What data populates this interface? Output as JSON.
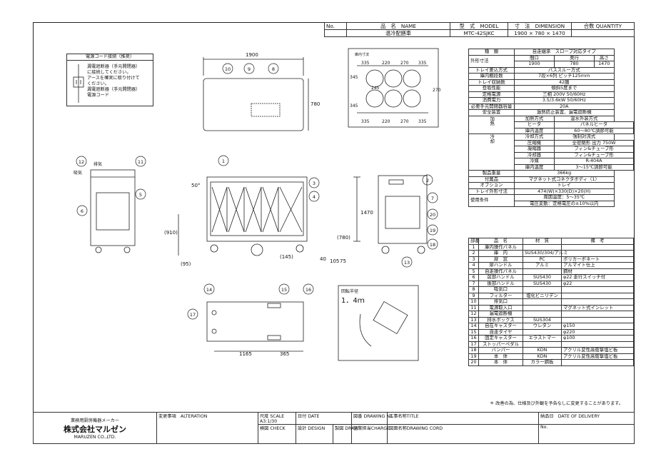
{
  "title_block": {
    "no_label": "No.",
    "name_label": "品　名　NAME",
    "model_label": "型　式　MODEL",
    "dim_label": "寸　法　DIMENSION",
    "qty_label": "合数 QUANTITY",
    "name_value": "温冷配膳車",
    "model_value": "MTC-42SJKC",
    "dim_value": "1900 × 780 × 1470"
  },
  "power_box": {
    "title": "電源コード接続（推奨）",
    "line1": "漏電遮断器（手元開閉器）",
    "line2": "に接続してください。",
    "line3": "アースを確実に取り付けて",
    "line4": "ください。",
    "label_breaker": "漏電遮断器（手元開閉器）",
    "label_cord": "電源コード"
  },
  "tray_layout": {
    "title": "庫内寸法",
    "d335a": "335",
    "d335b": "335",
    "d335c": "335",
    "d335d": "335",
    "d270a": "270",
    "d270b": "270",
    "d270c": "270",
    "d220a": "220",
    "d220b": "220",
    "d345a": "345",
    "d345b": "345",
    "d245": "245"
  },
  "dims": {
    "top_width": "1900",
    "top_depth": "780",
    "height": "1470",
    "h910": "(910)",
    "h780": "(780)",
    "d95": "(95)",
    "d145": "(145)",
    "d40": "40",
    "d105": "105",
    "d75": "75",
    "angle": "50°",
    "b1165": "1165",
    "b365": "365",
    "turn_title": "回転半径",
    "turn_value": "1．4ｍ"
  },
  "callouts": [
    "1",
    "2",
    "3",
    "4",
    "5",
    "6",
    "7",
    "8",
    "9",
    "10",
    "11",
    "12",
    "13",
    "14",
    "15",
    "16",
    "17",
    "18",
    "19",
    "20"
  ],
  "side_labels": {
    "exhaust": "排気",
    "intake": "吸気"
  },
  "spec": {
    "header": [
      "種　類",
      "自走継承　スロープ対応タイプ"
    ],
    "dim_row": {
      "label": "外形寸法",
      "h1": "間口",
      "h2": "奥行",
      "h3": "高さ",
      "v1": "1900",
      "v2": "780",
      "v3": "1470"
    },
    "rows": [
      [
        "トレイ差込方式",
        "パススルー方式"
      ],
      [
        "庫内棚段数",
        "7段×6列 ピッチ125ｍｍ"
      ],
      [
        "トレイ収納数",
        "42膳"
      ],
      [
        "登坂性能",
        "傾斜5度まで"
      ],
      [
        "定格電源",
        "三相 200V 50/60Hz"
      ],
      [
        "消費電力",
        "3.5/3.6kW 50/60Hz"
      ],
      [
        "必要手元開閉器容量",
        "20A"
      ],
      [
        "安全装置",
        "過熱防止装置、漏電遮断機"
      ]
    ],
    "heat_group": "加熱",
    "heat_rows": [
      [
        "加熱方式",
        "温水外装方式"
      ],
      [
        "ヒータ",
        "パネルヒータ"
      ],
      [
        "庫内温度",
        "60〜80℃調節可能"
      ]
    ],
    "cool_group": "冷却",
    "cool_rows": [
      [
        "冷却方式",
        "強制対流式"
      ],
      [
        "圧縮機",
        "全密閉形 出力 750W"
      ],
      [
        "凝縮器",
        "フィン&チューブ形"
      ],
      [
        "冷却器",
        "フィン&チューブ形"
      ],
      [
        "冷媒",
        "R-404A"
      ],
      [
        "庫内温度",
        "3〜15℃調節可能"
      ]
    ],
    "tail_rows": [
      [
        "製品重量",
        "366kg"
      ],
      [
        "付属品",
        "マグネット式コネクタボディ（1）"
      ],
      [
        "オプション",
        "トレイ"
      ],
      [
        "トレイ外形寸法",
        "474(W)×330(D)×20(H)"
      ]
    ],
    "cond_label": "使用条件",
    "cond_line1": "周囲温度：5〜35℃",
    "cond_line2": "電圧変動：定格電圧の±10%以内"
  },
  "parts": {
    "header": [
      "部番",
      "品　名",
      "材　質",
      "備　考"
    ],
    "rows": [
      [
        "1",
        "庫内操作パネル",
        "",
        ""
      ],
      [
        "2",
        "庫　内",
        "SUS430/304/アルミ",
        ""
      ],
      [
        "3",
        "扉　窓",
        "PC",
        "ポリカーボネート"
      ],
      [
        "4",
        "扉ハンドル",
        "アルミ",
        "アルマイト仕上"
      ],
      [
        "5",
        "自走操作パネル",
        "",
        "鋼材"
      ],
      [
        "6",
        "前部ハンドル",
        "SUS430",
        "φ22 走行スイッチ付"
      ],
      [
        "7",
        "後部ハンドル",
        "SUS430",
        "φ22"
      ],
      [
        "8",
        "吸気口",
        "",
        ""
      ],
      [
        "9",
        "フィルター",
        "塩化ビニリデン",
        ""
      ],
      [
        "10",
        "排気口",
        "",
        ""
      ],
      [
        "11",
        "電源取入口",
        "",
        "マグネット式インレット"
      ],
      [
        "12",
        "漏電遮断機",
        "",
        ""
      ],
      [
        "13",
        "排水ボックス",
        "SUS304",
        ""
      ],
      [
        "14",
        "自在キャスター",
        "ウレタン",
        "φ150"
      ],
      [
        "15",
        "自走タイヤ",
        "",
        "φ220"
      ],
      [
        "16",
        "固定キャスター",
        "エラストマー",
        "φ100"
      ],
      [
        "17",
        "ストッパーペダル",
        "",
        ""
      ],
      [
        "18",
        "バンパー",
        "KDN",
        "アクリル変性高衝撃塩ビ板"
      ],
      [
        "19",
        "本　体",
        "KDN",
        "アクリル変性高衝撃塩ビ板"
      ],
      [
        "20",
        "本　体",
        "カラー鋼板",
        ""
      ]
    ]
  },
  "footnote": "＊ 改善の為、仕様及び外観を予告なしに変更することがあります。",
  "bottom": {
    "maker_line": "業務用厨房機器メーカー",
    "company": "株式会社マルゼン",
    "company_en": "MARUZEN CO.,LTD.",
    "alteration": "変更事項　ALTERATION",
    "scale_label": "尺度 SCALE",
    "scale_value": "A3:1/30",
    "date_label": "日付 DATE",
    "drawing_no_label": "図番 DRAWING No.",
    "title_label": "工事名称TITLE",
    "delivery_label": "納品日　DATE OF DELIVERY",
    "check_label": "検図 CHECK",
    "design_label": "設計 DESIGN",
    "draw_label": "製図 DRAW",
    "charge_label": "営業担当CHARGE",
    "cord_label": "図面名称DRAWING CORD",
    "no_label": "No."
  }
}
